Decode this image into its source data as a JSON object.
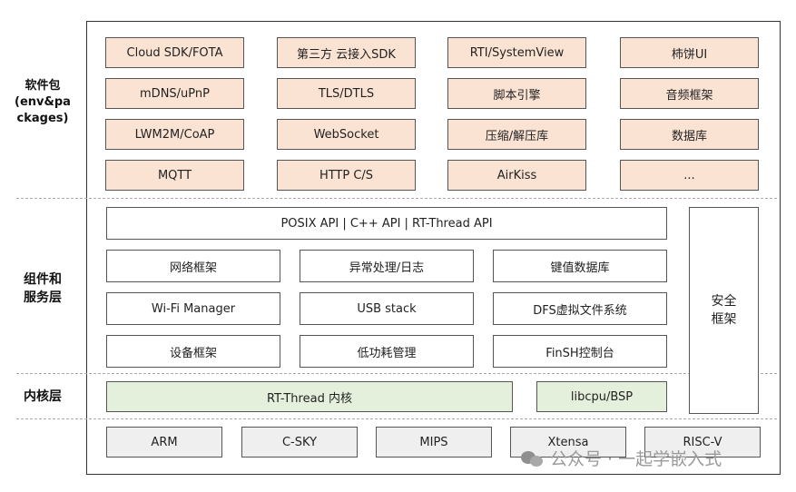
{
  "layers": {
    "packages": "软件包\n(env&pa\nckages)",
    "services": "组件和\n服务层",
    "kernel": "内核层"
  },
  "packages": [
    [
      "Cloud SDK/FOTA",
      "第三方 云接入SDK",
      "RTI/SystemView",
      "柿饼UI"
    ],
    [
      "mDNS/uPnP",
      "TLS/DTLS",
      "脚本引擎",
      "音频框架"
    ],
    [
      "LWM2M/CoAP",
      "WebSocket",
      "压缩/解压库",
      "数据库"
    ],
    [
      "MQTT",
      "HTTP C/S",
      "AirKiss",
      "..."
    ]
  ],
  "api_bar": "POSIX API  |  C++ API  |  RT-Thread API",
  "services": [
    [
      "网络框架",
      "异常处理/日志",
      "键值数据库"
    ],
    [
      "Wi-Fi Manager",
      "USB stack",
      "DFS虚拟文件系统"
    ],
    [
      "设备框架",
      "低功耗管理",
      "FinSH控制台"
    ]
  ],
  "security": "安全\n框架",
  "kernel": {
    "core": "RT-Thread  内核",
    "bsp": "libcpu/BSP"
  },
  "architectures": [
    "ARM",
    "C-SKY",
    "MIPS",
    "Xtensa",
    "RISC-V"
  ],
  "watermark": "公众号 · 一起学嵌入式",
  "colors": {
    "package_fill": "#fbe3d4",
    "kernel_fill": "#e4efdc",
    "arch_fill": "#efefef"
  }
}
